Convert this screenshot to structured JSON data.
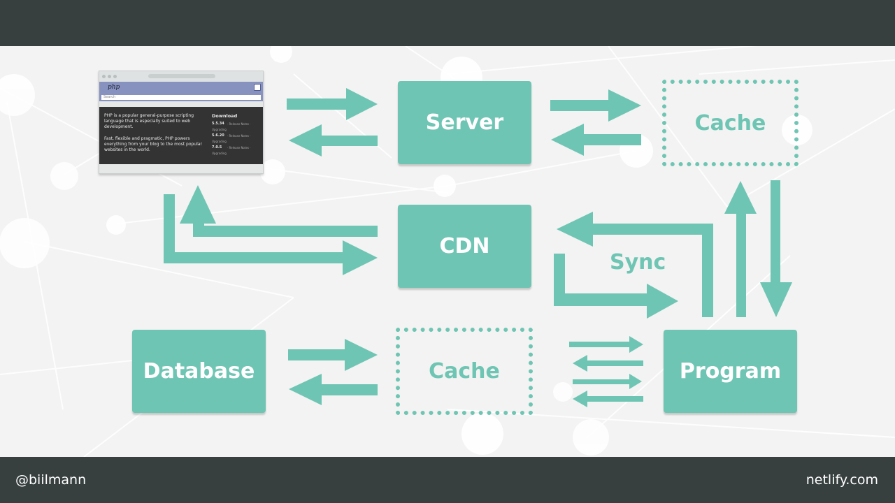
{
  "footer": {
    "handle": "@biilmann",
    "site": "netlify.com"
  },
  "colors": {
    "accent": "#6fc5b3",
    "bar": "#373f3f",
    "background": "#f2f3f2"
  },
  "nodes": {
    "server": "Server",
    "cache_top": "Cache",
    "cdn": "CDN",
    "database": "Database",
    "cache_bottom": "Cache",
    "program": "Program"
  },
  "labels": {
    "sync": "Sync"
  },
  "browser": {
    "logo": "php",
    "search_placeholder": "Search",
    "paragraph1": "PHP is a popular general-purpose scripting language that is especially suited to web development.",
    "paragraph2": "Fast, flexible and pragmatic, PHP powers everything from your blog to the most popular websites in the world.",
    "download_heading": "Download",
    "versions": [
      {
        "version": "5.5.34",
        "notes": "· Release Notes ·",
        "upgrade": "Upgrading"
      },
      {
        "version": "5.6.20",
        "notes": "· Release Notes ·",
        "upgrade": "Upgrading"
      },
      {
        "version": "7.0.5",
        "notes": "· Release Notes ·",
        "upgrade": "Upgrading"
      }
    ]
  }
}
